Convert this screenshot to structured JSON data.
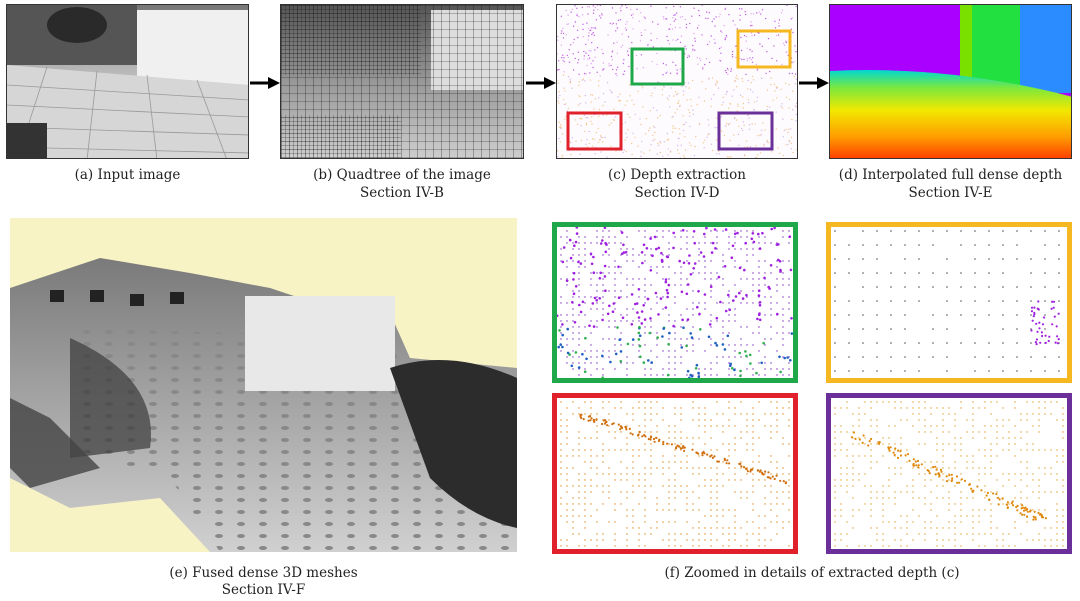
{
  "figure": {
    "panels": {
      "a": {
        "caption": "(a) Input image"
      },
      "b": {
        "caption": "(b) Quadtree of the image",
        "section": "Section IV-B"
      },
      "c": {
        "caption": "(c) Depth extraction",
        "section": "Section IV-D"
      },
      "d": {
        "caption": "(d) Interpolated full dense depth",
        "section": "Section IV-E"
      },
      "e": {
        "caption": "(e) Fused dense 3D meshes",
        "section": "Section IV-F"
      },
      "f": {
        "caption": "(f) Zoomed in details of extracted depth (c)"
      }
    },
    "colors": {
      "green": "#1fa84a",
      "yellow": "#f5b820",
      "red": "#e0212b",
      "purple": "#6a2f99",
      "mesh_background": "#f8f3c4"
    }
  }
}
